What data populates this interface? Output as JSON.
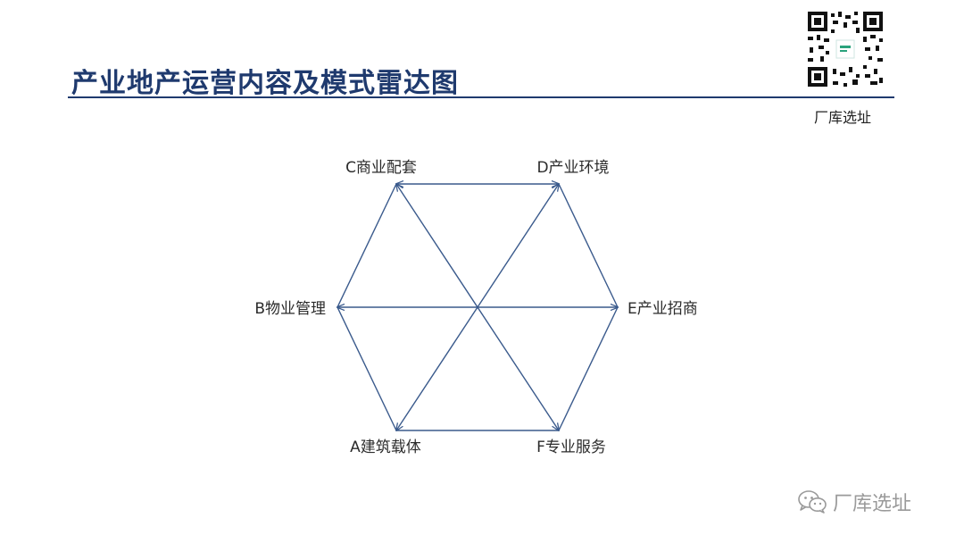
{
  "slide": {
    "title": "产业地产运营内容及模式雷达图",
    "brand": "厂库选址",
    "watermark": "厂库选址"
  },
  "diagram": {
    "nodes": [
      {
        "id": "A",
        "label": "A建筑载体"
      },
      {
        "id": "B",
        "label": "B物业管理"
      },
      {
        "id": "C",
        "label": "C商业配套"
      },
      {
        "id": "D",
        "label": "D产业环境"
      },
      {
        "id": "E",
        "label": "E产业招商"
      },
      {
        "id": "F",
        "label": "F专业服务"
      }
    ],
    "edges": [
      {
        "from": "C",
        "to": "D",
        "arrows": "both"
      },
      {
        "from": "D",
        "to": "E",
        "arrows": "none"
      },
      {
        "from": "E",
        "to": "F",
        "arrows": "none"
      },
      {
        "from": "F",
        "to": "A",
        "arrows": "none"
      },
      {
        "from": "A",
        "to": "B",
        "arrows": "none"
      },
      {
        "from": "B",
        "to": "C",
        "arrows": "none"
      },
      {
        "from": "B",
        "to": "E",
        "arrows": "both"
      },
      {
        "from": "A",
        "to": "D",
        "arrows": "both"
      },
      {
        "from": "C",
        "to": "F",
        "arrows": "both"
      }
    ],
    "line_color": "#3a5a8c"
  },
  "icons": {
    "qr": "qr-code-icon",
    "wechat": "wechat-icon"
  }
}
